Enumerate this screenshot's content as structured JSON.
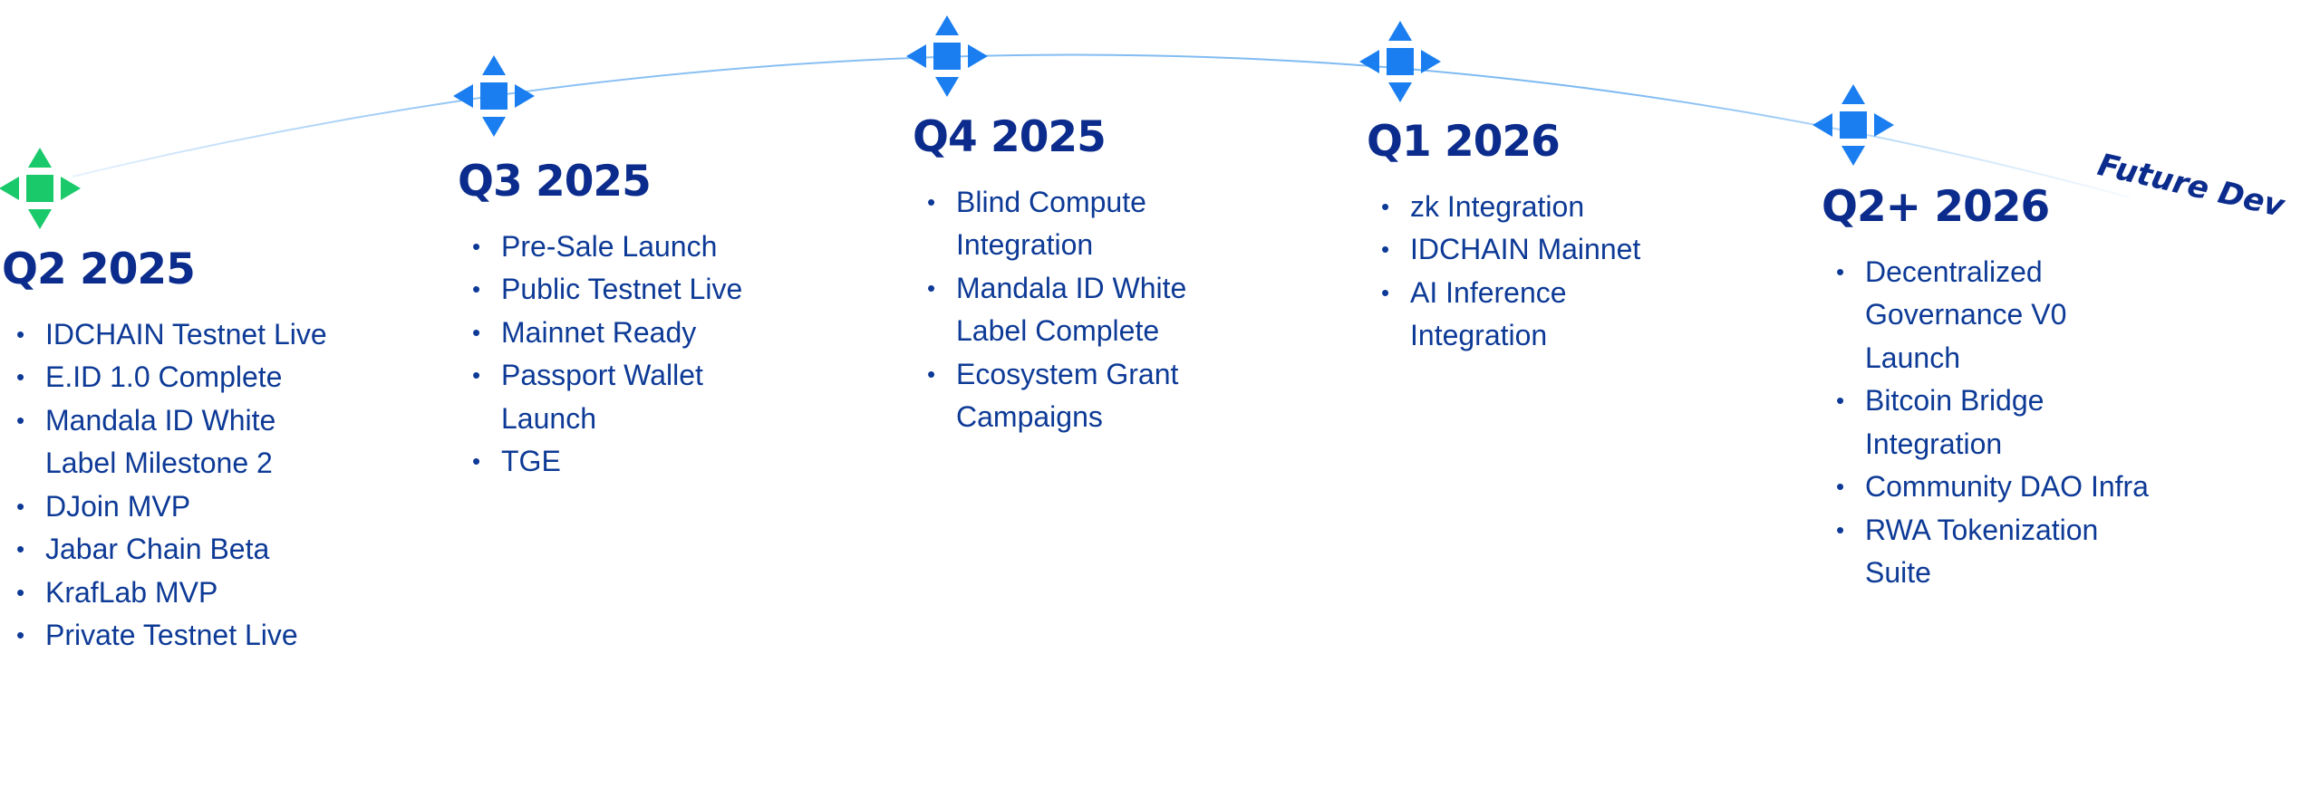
{
  "roadmap": {
    "future_label": "Future Dev",
    "colors": {
      "heading": "#0b2c8c",
      "text": "#0d3a96",
      "arc": "#5aa7ee",
      "marker_active": "#19c96a",
      "marker_upcoming": "#1a7ef0"
    },
    "milestones": [
      {
        "title": "Q2 2025",
        "status": "active",
        "items": [
          "IDCHAIN Testnet Live",
          "E.ID 1.0 Complete",
          "Mandala ID White Label Milestone 2",
          "DJoin MVP",
          "Jabar Chain Beta",
          "KrafLab MVP",
          "Private Testnet Live"
        ]
      },
      {
        "title": "Q3 2025",
        "status": "upcoming",
        "items": [
          "Pre-Sale Launch",
          "Public Testnet Live",
          "Mainnet Ready",
          "Passport Wallet Launch",
          "TGE"
        ]
      },
      {
        "title": "Q4 2025",
        "status": "upcoming",
        "items": [
          "Blind Compute Integration",
          "Mandala ID White Label Complete",
          "Ecosystem Grant Campaigns"
        ]
      },
      {
        "title": "Q1 2026",
        "status": "upcoming",
        "items": [
          "zk Integration",
          "IDCHAIN Mainnet",
          "AI Inference Integration"
        ]
      },
      {
        "title": "Q2+ 2026",
        "status": "upcoming",
        "items": [
          "Decentralized Governance V0 Launch",
          "Bitcoin Bridge Integration",
          "Community DAO Infra",
          "RWA Tokenization Suite"
        ]
      }
    ]
  }
}
